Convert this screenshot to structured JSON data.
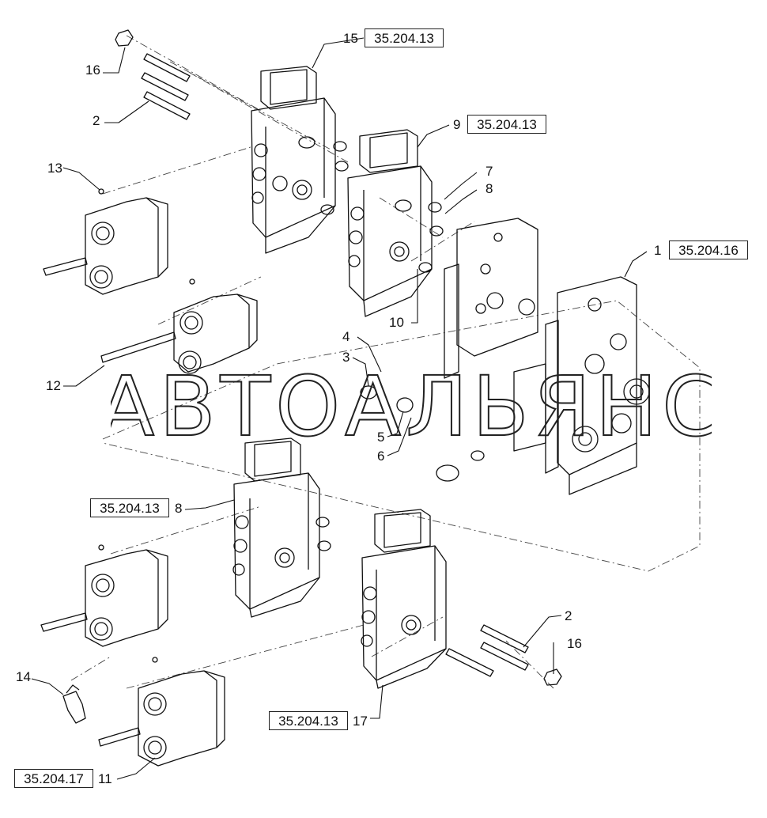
{
  "refs": {
    "r15": "35.204.13",
    "r9": "35.204.13",
    "r1": "35.204.16",
    "r8": "35.204.13",
    "r17": "35.204.13",
    "r11": "35.204.17"
  },
  "callouts": {
    "c16a": "16",
    "c2a": "2",
    "c15": "15",
    "c9": "9",
    "c7": "7",
    "c8a": "8",
    "c13": "13",
    "c1": "1",
    "c10": "10",
    "c4": "4",
    "c3": "3",
    "c12": "12",
    "c5": "5",
    "c6": "6",
    "c8b": "8",
    "c2b": "2",
    "c16b": "16",
    "c14": "14",
    "c17": "17",
    "c11": "11"
  },
  "watermark": "АВТОАЛЬЯНС"
}
